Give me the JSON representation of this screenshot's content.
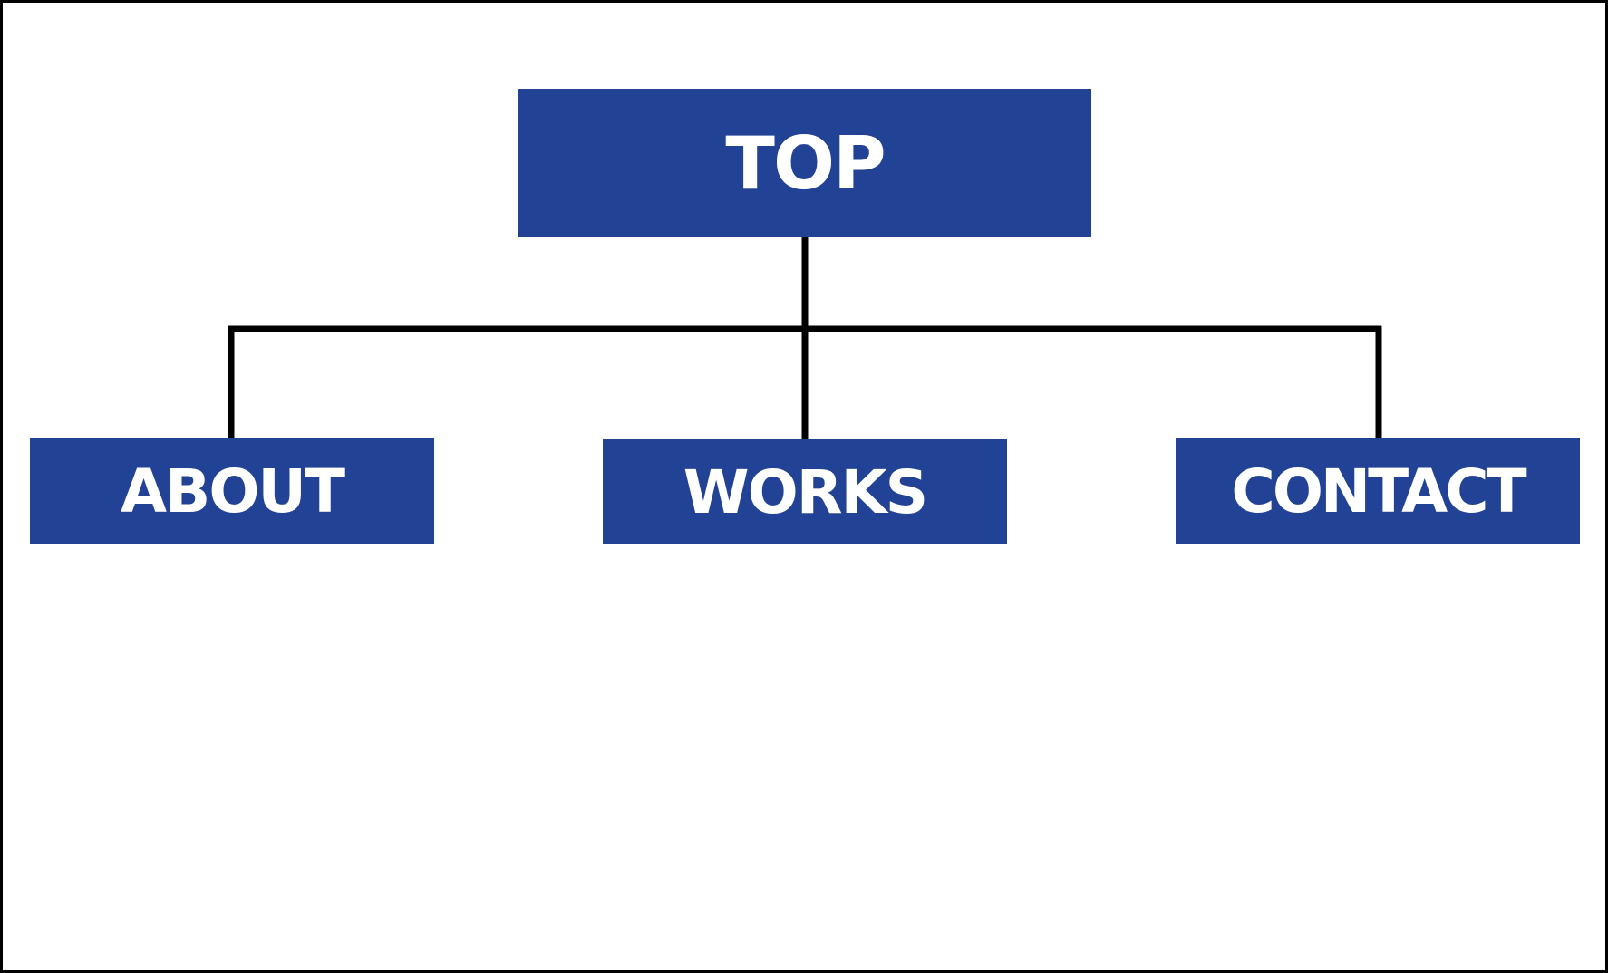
{
  "diagram": {
    "colors": {
      "node_fill": "#224295",
      "node_text": "#ffffff",
      "connector": "#000000",
      "background": "#ffffff",
      "frame": "#000000"
    },
    "root": {
      "label": "TOP"
    },
    "children": [
      {
        "label": "ABOUT"
      },
      {
        "label": "WORKS"
      },
      {
        "label": "CONTACT"
      }
    ]
  }
}
